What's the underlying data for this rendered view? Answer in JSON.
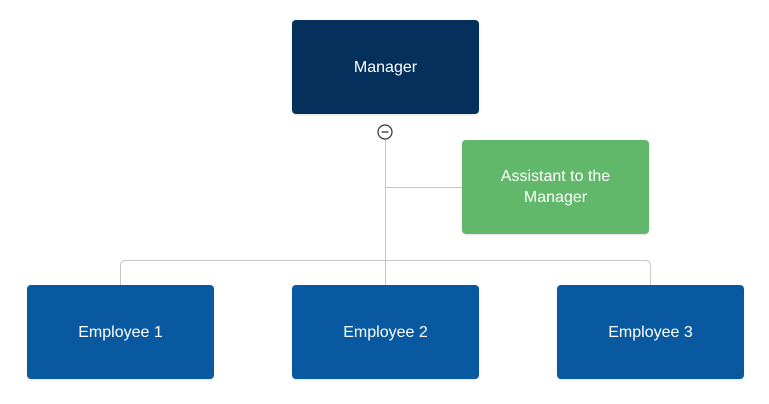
{
  "nodes": {
    "manager": {
      "label": "Manager",
      "color": "#06305c"
    },
    "assistant": {
      "label": "Assistant to the Manager",
      "color": "#62b86a"
    },
    "employee1": {
      "label": "Employee 1",
      "color": "#0959a1"
    },
    "employee2": {
      "label": "Employee 2",
      "color": "#0959a1"
    },
    "employee3": {
      "label": "Employee 3",
      "color": "#0959a1"
    }
  },
  "colors": {
    "connector": "#c6c6c6",
    "toggle_stroke": "#333333"
  },
  "icons": {
    "collapse_toggle": "minus-circle-icon"
  }
}
